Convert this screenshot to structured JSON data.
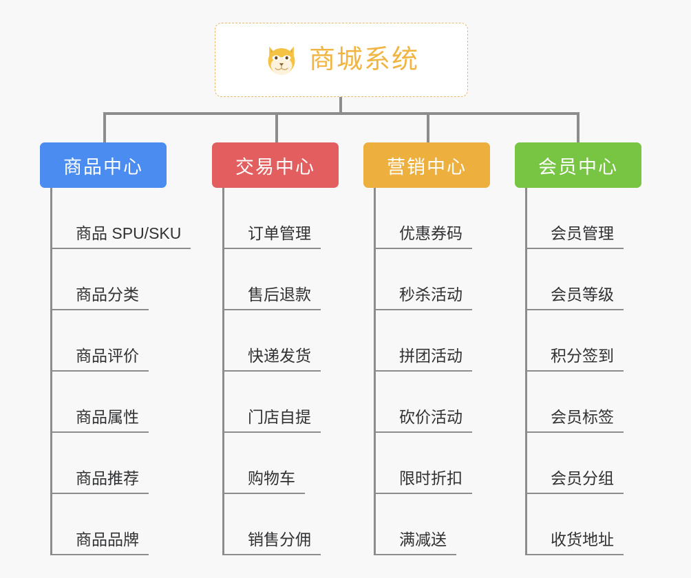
{
  "page": {
    "background_color": "#f8f8f8",
    "line_color": "#8c8c8c",
    "text_color": "#303133"
  },
  "root": {
    "title": "商城系统",
    "icon": "shiba-dog-face-icon",
    "accent_color": "#f0b542",
    "border_color": "#e8b76a",
    "background_color": "#ffffff"
  },
  "columns": [
    {
      "name": "product-center",
      "title": "商品中心",
      "color": "#4a8cf0",
      "items": [
        "商品 SPU/SKU",
        "商品分类",
        "商品评价",
        "商品属性",
        "商品推荐",
        "商品品牌"
      ]
    },
    {
      "name": "trade-center",
      "title": "交易中心",
      "color": "#e35f5f",
      "items": [
        "订单管理",
        "售后退款",
        "快递发货",
        "门店自提",
        "购物车",
        "销售分佣"
      ]
    },
    {
      "name": "marketing-center",
      "title": "营销中心",
      "color": "#edaf3e",
      "items": [
        "优惠券码",
        "秒杀活动",
        "拼团活动",
        "砍价活动",
        "限时折扣",
        "满减送"
      ]
    },
    {
      "name": "member-center",
      "title": "会员中心",
      "color": "#78c544",
      "items": [
        "会员管理",
        "会员等级",
        "积分签到",
        "会员标签",
        "会员分组",
        "收货地址"
      ]
    }
  ]
}
